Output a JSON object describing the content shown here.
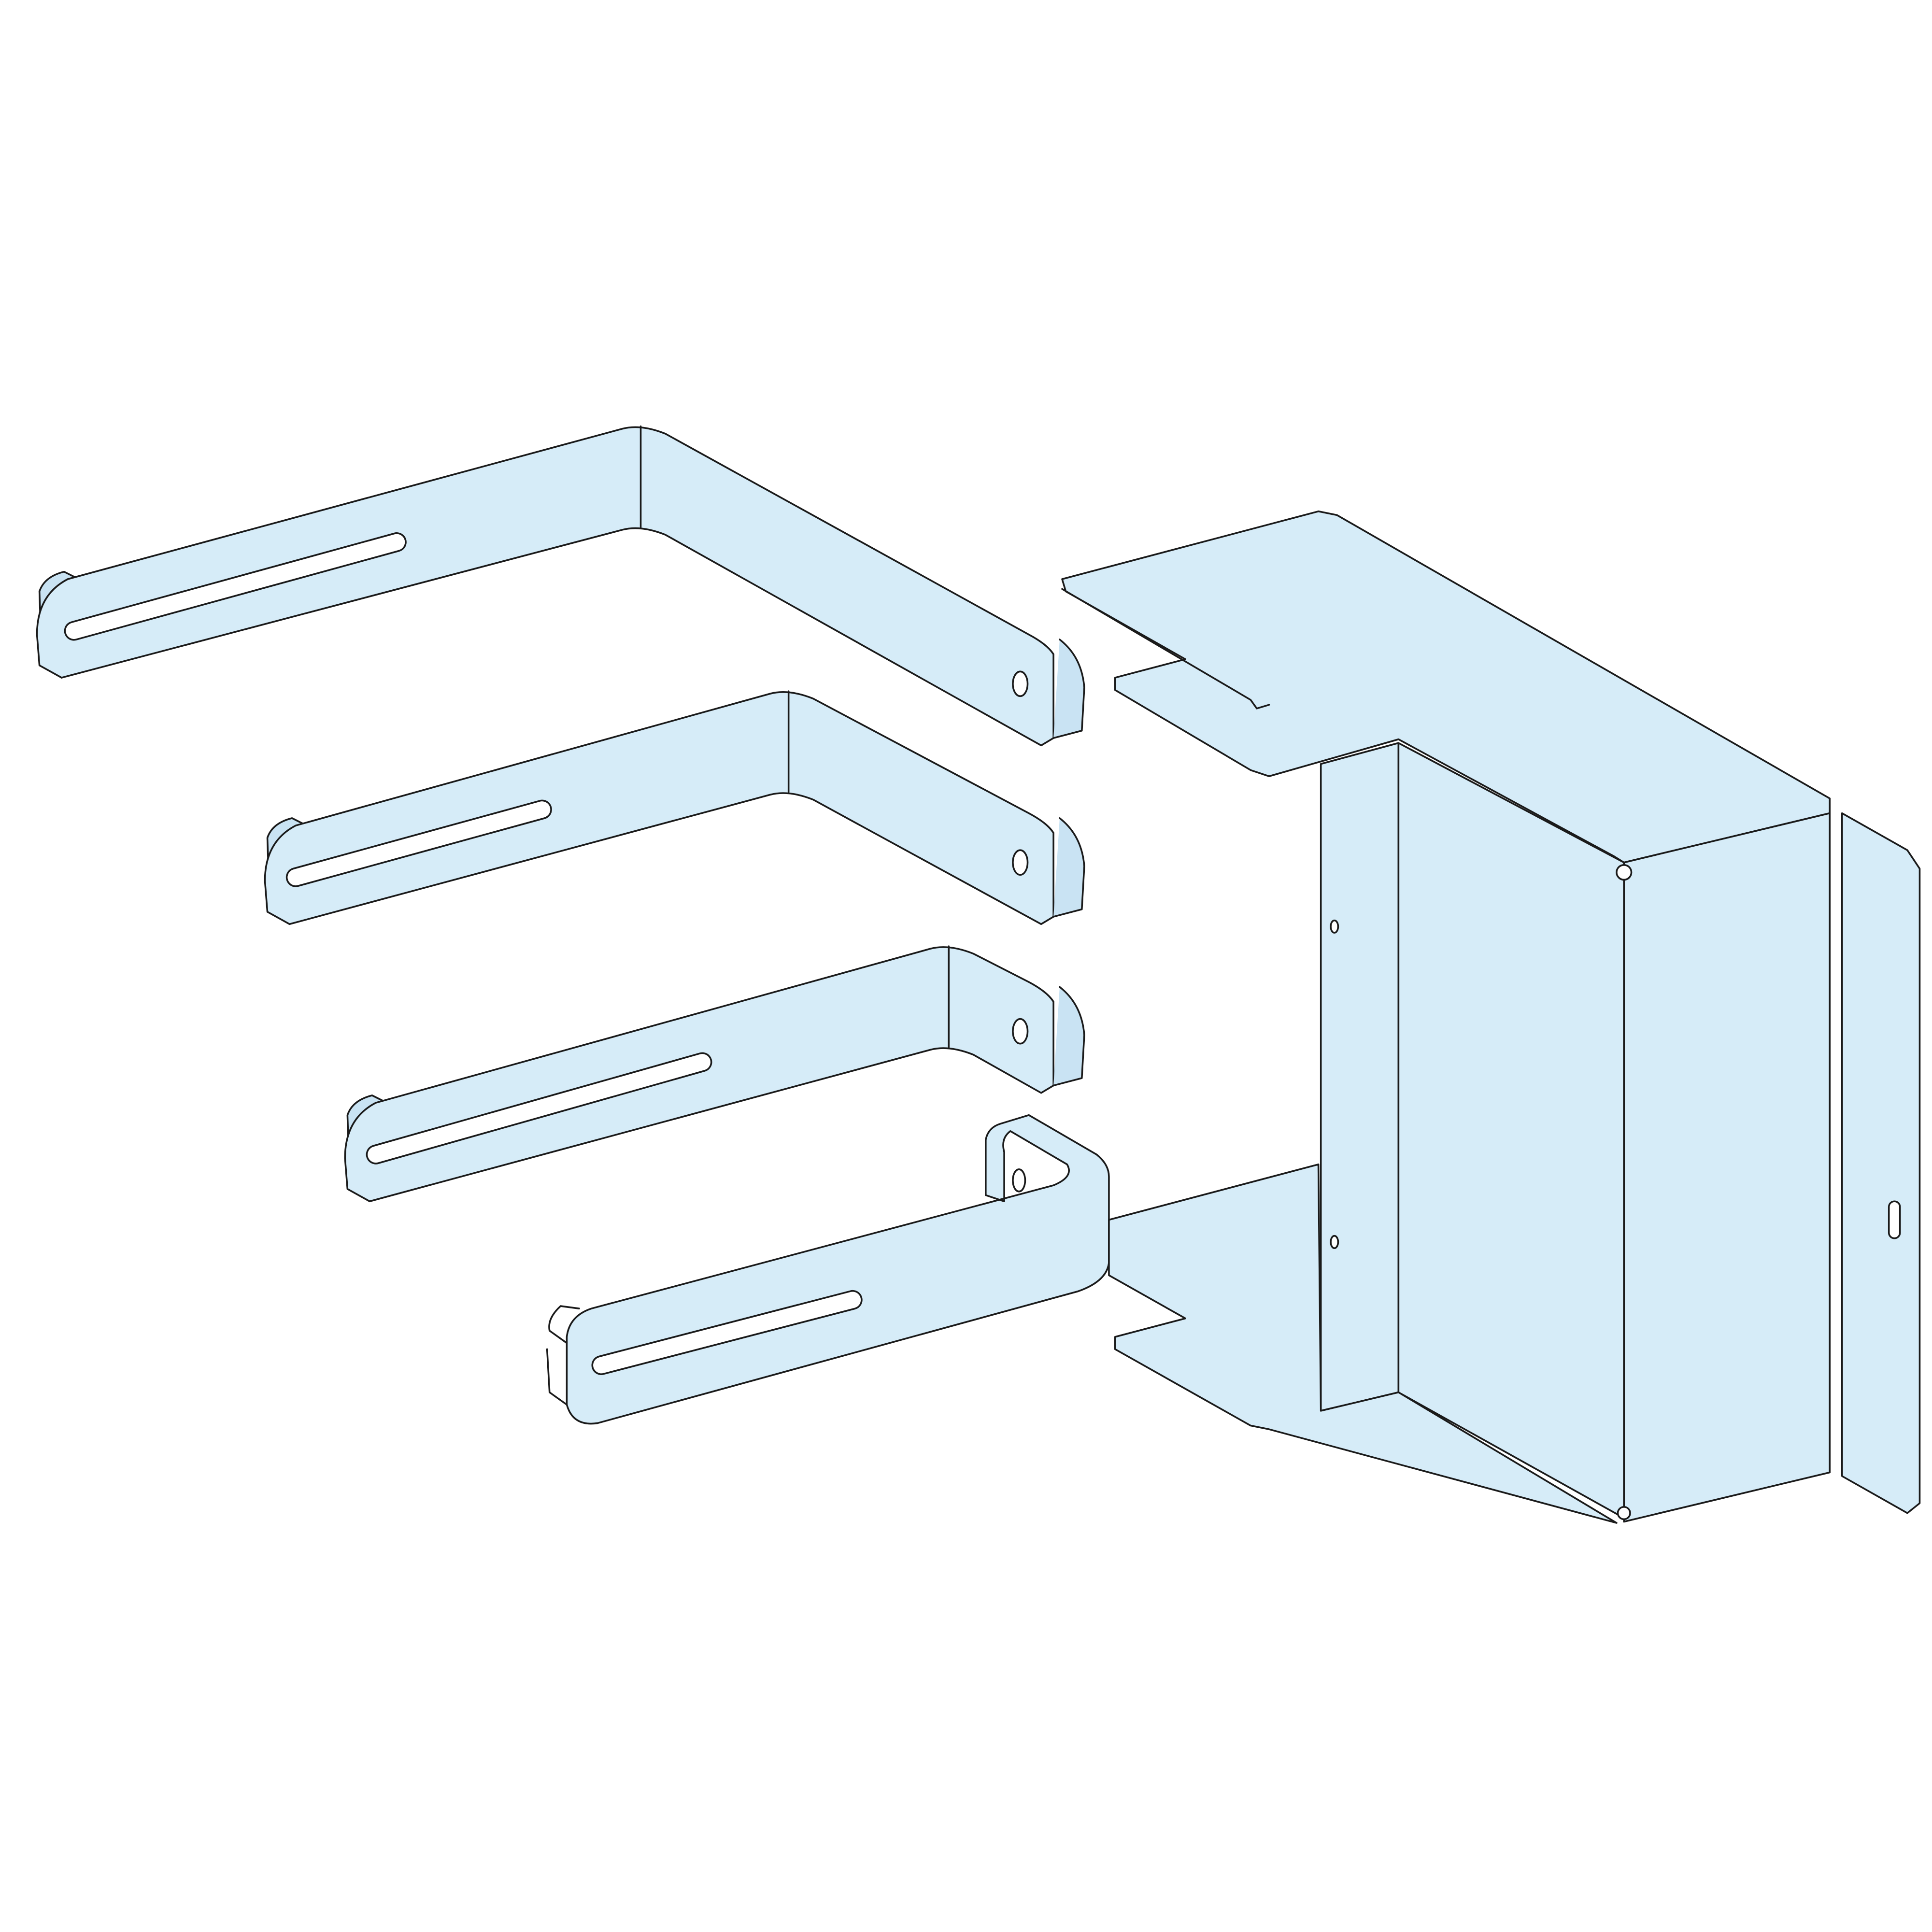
{
  "drawing": {
    "colors": {
      "background": "#ffffff",
      "fill": "#d6ecf8",
      "fill_shade": "#c9e3f3",
      "outline": "#1a1a1a"
    },
    "parts": [
      {
        "name": "mounting-bracket-1",
        "kind": "L-bracket with slot"
      },
      {
        "name": "mounting-bracket-2",
        "kind": "L-bracket with slot"
      },
      {
        "name": "mounting-bracket-3",
        "kind": "L-bracket with slot"
      },
      {
        "name": "mounting-bracket-4",
        "kind": "U-bracket with slot"
      },
      {
        "name": "enclosure-cover",
        "kind": "bent sheet-metal cover"
      }
    ]
  }
}
